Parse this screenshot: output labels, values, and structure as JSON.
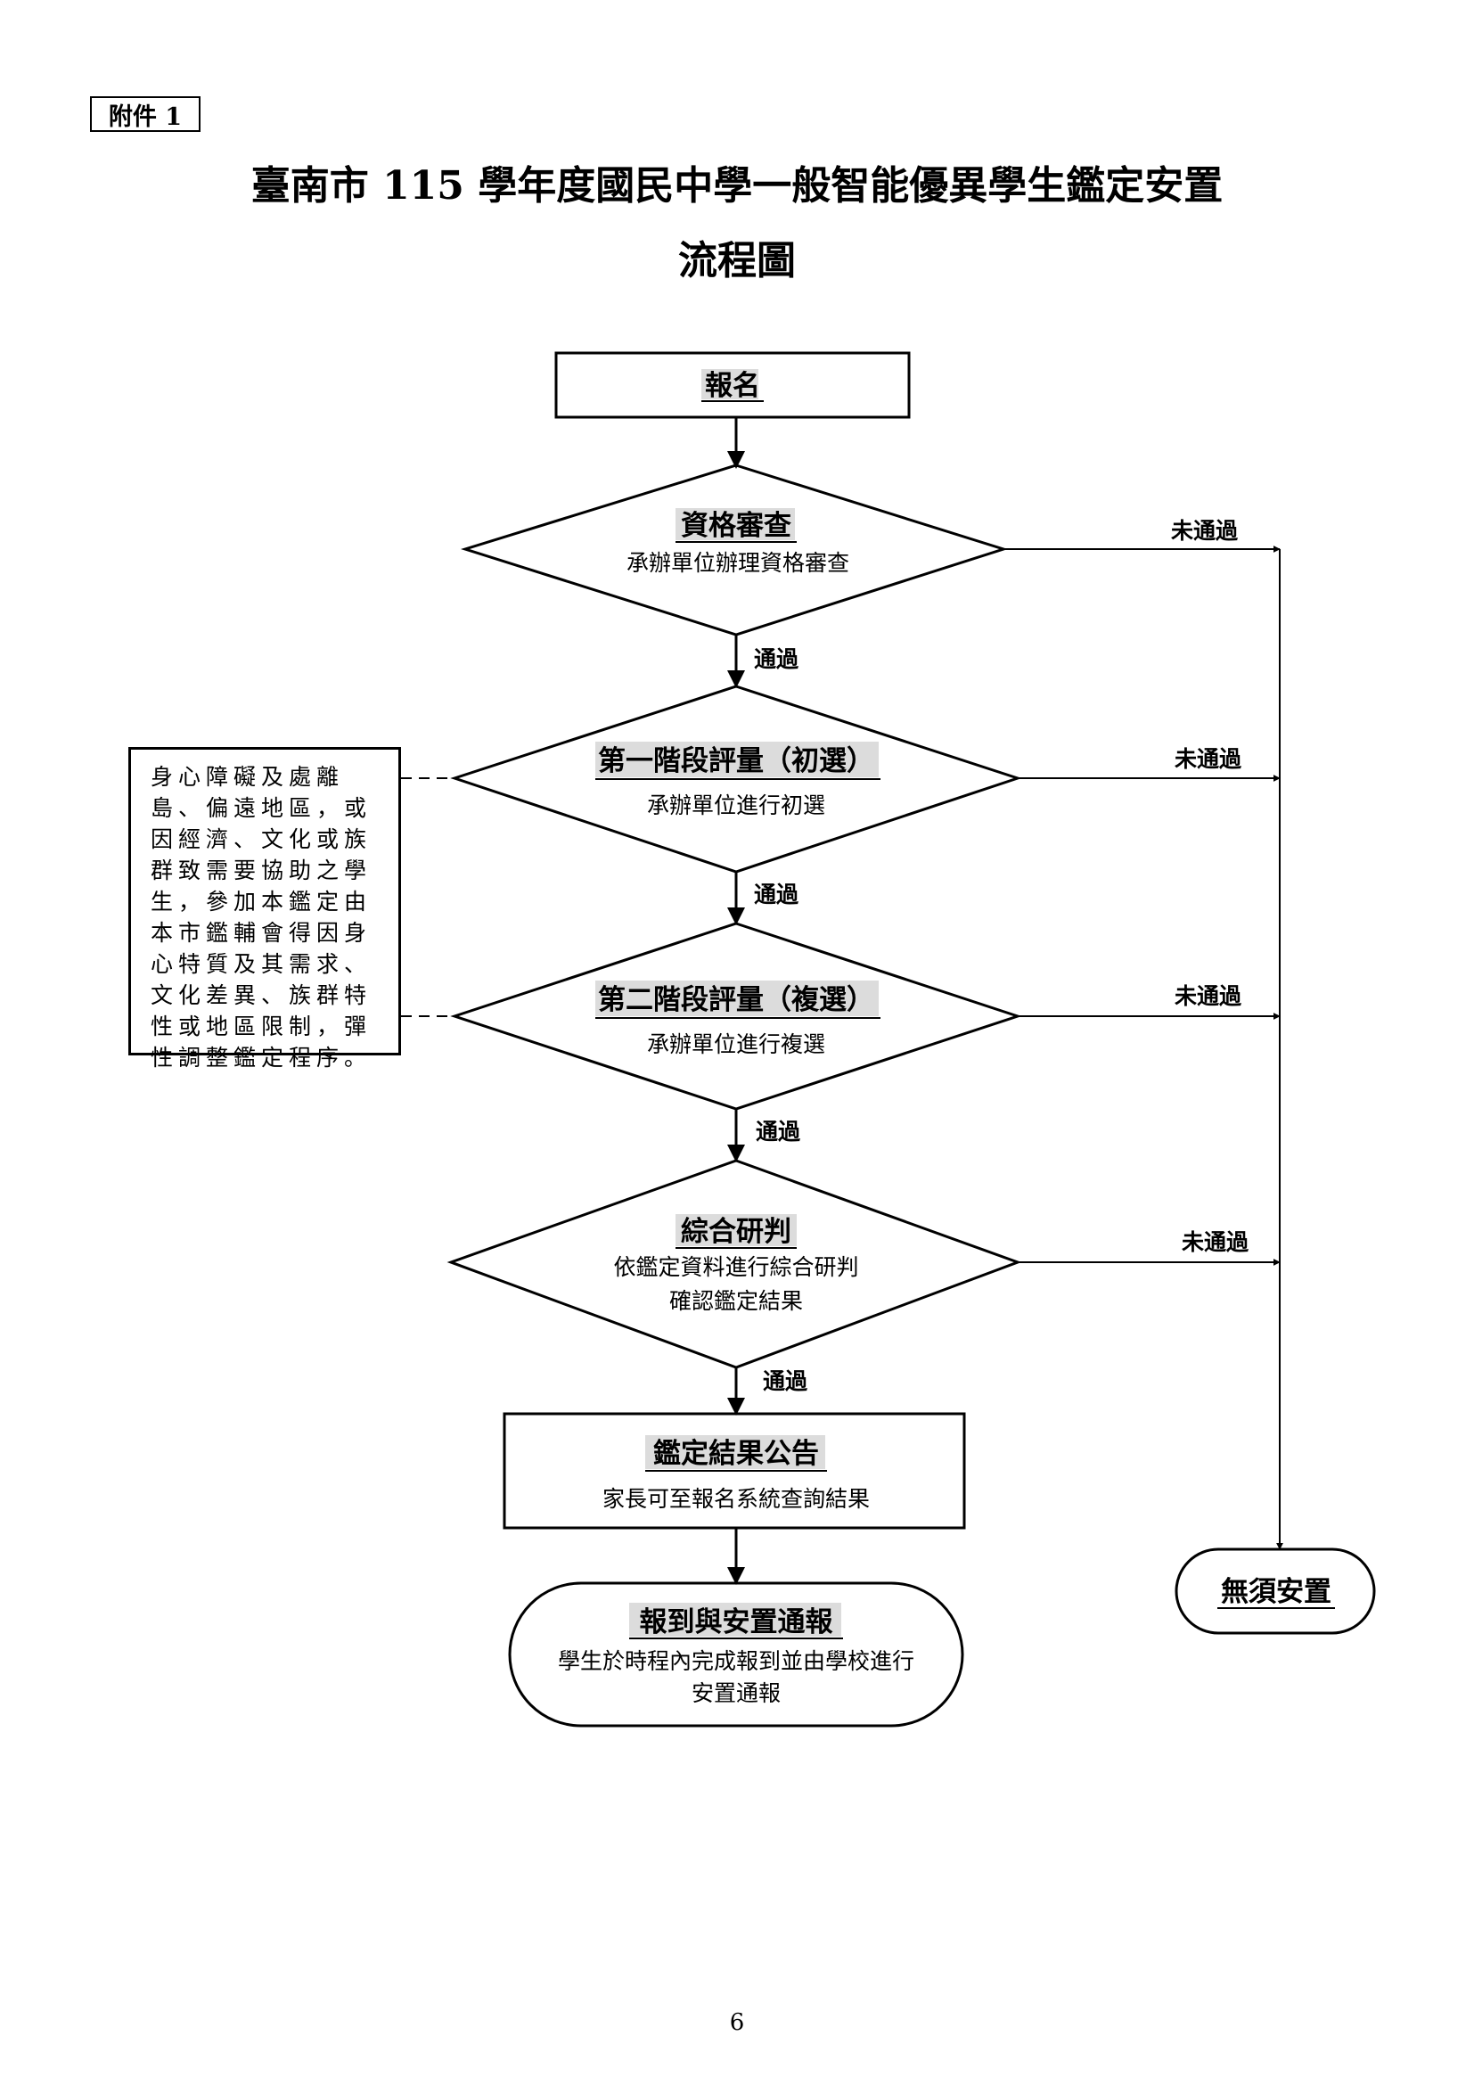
{
  "attachment_label": "附件 1",
  "title_line1": "臺南市 115 學年度國民中學一般智能優異學生鑑定安置",
  "title_line2": "流程圖",
  "steps": {
    "registration": {
      "title": "報名"
    },
    "qualification": {
      "title": "資格審查",
      "desc": "承辦單位辦理資格審查"
    },
    "stage1": {
      "title": "第一階段評量（初選）",
      "desc": "承辦單位進行初選"
    },
    "stage2": {
      "title": "第二階段評量（複選）",
      "desc": "承辦單位進行複選"
    },
    "comprehensive": {
      "title": "綜合研判",
      "desc_line1": "依鑑定資料進行綜合研判",
      "desc_line2": "確認鑑定結果"
    },
    "announcement": {
      "title": "鑑定結果公告",
      "desc": "家長可至報名系統查詢結果"
    },
    "report": {
      "title": "報到與安置通報",
      "desc_line1": "學生於時程內完成報到並由學校進行",
      "desc_line2": "安置通報"
    },
    "no_placement": {
      "title": "無須安置"
    }
  },
  "labels": {
    "pass": "通過",
    "fail": "未通過"
  },
  "side_note": "身心障礙及處離島、偏遠地區，或因經濟、文化或族群致需要協助之學生，參加本鑑定由本市鑑輔會得因身心特質及其需求、文化差異、族群特性或地區限制，彈性調整鑑定程序。",
  "page_number": "6"
}
